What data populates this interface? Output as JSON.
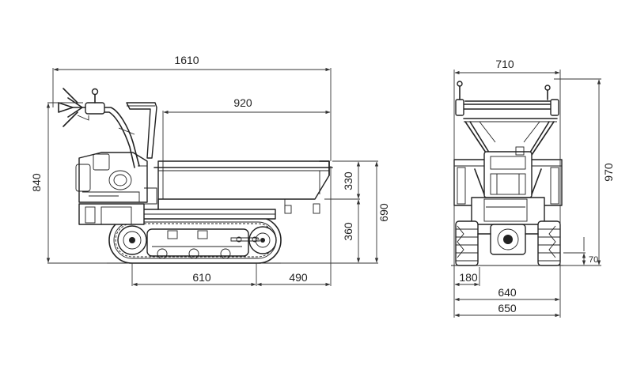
{
  "colors": {
    "line": "#222222",
    "background": "#ffffff"
  },
  "side_view": {
    "dims": {
      "overall_length": "1610",
      "bed_length": "920",
      "overall_height": "840",
      "bed_depth": "330",
      "bed_height": "360",
      "loading_height": "690",
      "track_length": "610",
      "rear_overhang": "490"
    }
  },
  "front_view": {
    "dims": {
      "overall_width": "710",
      "overall_height": "970",
      "ground_clearance": "70",
      "track_width": "180",
      "track_span": "640",
      "outer_width": "650"
    }
  }
}
